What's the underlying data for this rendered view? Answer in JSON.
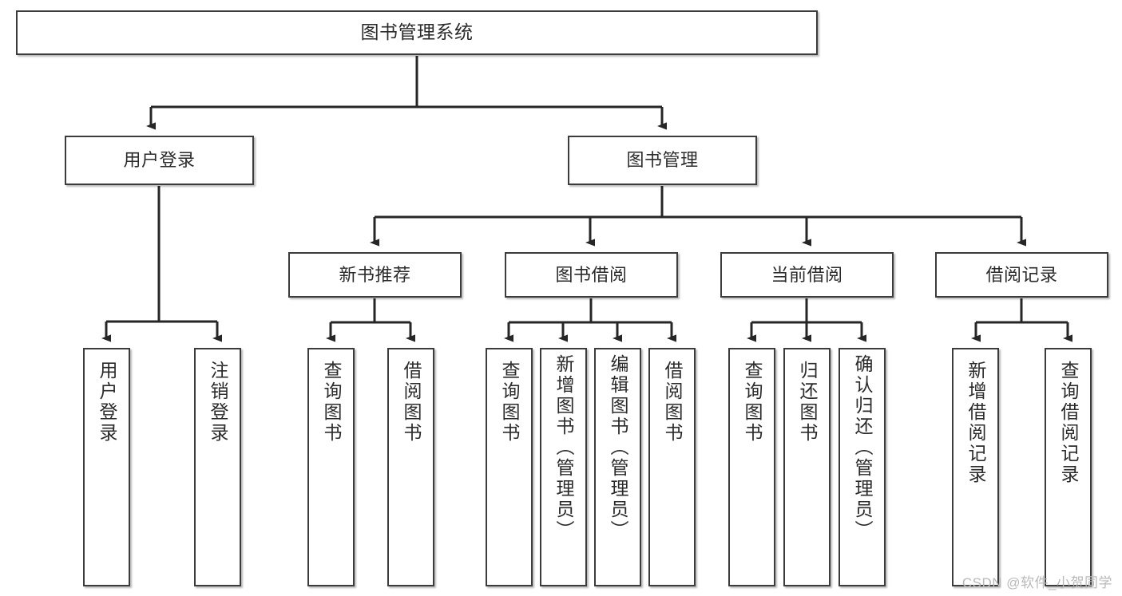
{
  "diagram": {
    "title": "图书管理系统",
    "type": "tree",
    "watermark": "CSDN @软件_小贺同学",
    "colors": {
      "box_border": "#3c3c3c",
      "box_fill": "#ffffff",
      "connector": "#262626",
      "text": "#2b2b2b",
      "watermark": "#b9b9b9",
      "background": "#ffffff"
    },
    "nodes": {
      "root": {
        "label": "图书管理系统",
        "level": 0
      },
      "l1": [
        {
          "id": "user_login",
          "label": "用户登录"
        },
        {
          "id": "book_manage",
          "label": "图书管理"
        }
      ],
      "l2": [
        {
          "id": "new_book_rec",
          "label": "新书推荐",
          "parent": "book_manage"
        },
        {
          "id": "book_borrow",
          "label": "图书借阅",
          "parent": "book_manage"
        },
        {
          "id": "current_borrow",
          "label": "当前借阅",
          "parent": "book_manage"
        },
        {
          "id": "borrow_record",
          "label": "借阅记录",
          "parent": "book_manage"
        }
      ],
      "leaves": [
        {
          "id": "leaf_user_login",
          "label": "用户登录",
          "parent": "user_login"
        },
        {
          "id": "leaf_user_logout",
          "label": "注销登录",
          "parent": "user_login"
        },
        {
          "id": "leaf_query_book_1",
          "label": "查询图书",
          "parent": "new_book_rec"
        },
        {
          "id": "leaf_borrow_book_1",
          "label": "借阅图书",
          "parent": "new_book_rec"
        },
        {
          "id": "leaf_query_book_2",
          "label": "查询图书",
          "parent": "book_borrow"
        },
        {
          "id": "leaf_add_book",
          "label": "新增图书（管理员）",
          "parent": "book_borrow"
        },
        {
          "id": "leaf_edit_book",
          "label": "编辑图书（管理员）",
          "parent": "book_borrow"
        },
        {
          "id": "leaf_borrow_book_2",
          "label": "借阅图书",
          "parent": "book_borrow"
        },
        {
          "id": "leaf_query_book_3",
          "label": "查询图书",
          "parent": "current_borrow"
        },
        {
          "id": "leaf_return_book",
          "label": "归还图书",
          "parent": "current_borrow"
        },
        {
          "id": "leaf_confirm_return",
          "label": "确认归还（管理员）",
          "parent": "current_borrow"
        },
        {
          "id": "leaf_add_record",
          "label": "新增借阅记录",
          "parent": "borrow_record"
        },
        {
          "id": "leaf_query_record",
          "label": "查询借阅记录",
          "parent": "borrow_record"
        }
      ]
    }
  }
}
